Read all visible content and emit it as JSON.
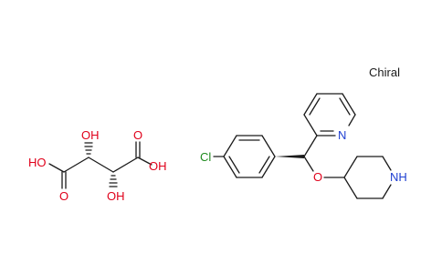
{
  "annotation": {
    "chiral": "Chiral"
  },
  "atoms": {
    "tartaric_oh_top": "OH",
    "tartaric_oh_bottom": "OH",
    "tartaric_ho_left": "HO",
    "tartaric_o_left": "O",
    "tartaric_o_right": "O",
    "tartaric_oh_right": "OH",
    "chlorine": "Cl",
    "pyridine_n": "N",
    "ether_o": "O",
    "piperidine_nh": "NH"
  },
  "colors": {
    "oxygen": "#e0001a",
    "nitrogen": "#1f3fd1",
    "chlorine": "#1e8a1e",
    "bond": "#1a1a1a"
  }
}
